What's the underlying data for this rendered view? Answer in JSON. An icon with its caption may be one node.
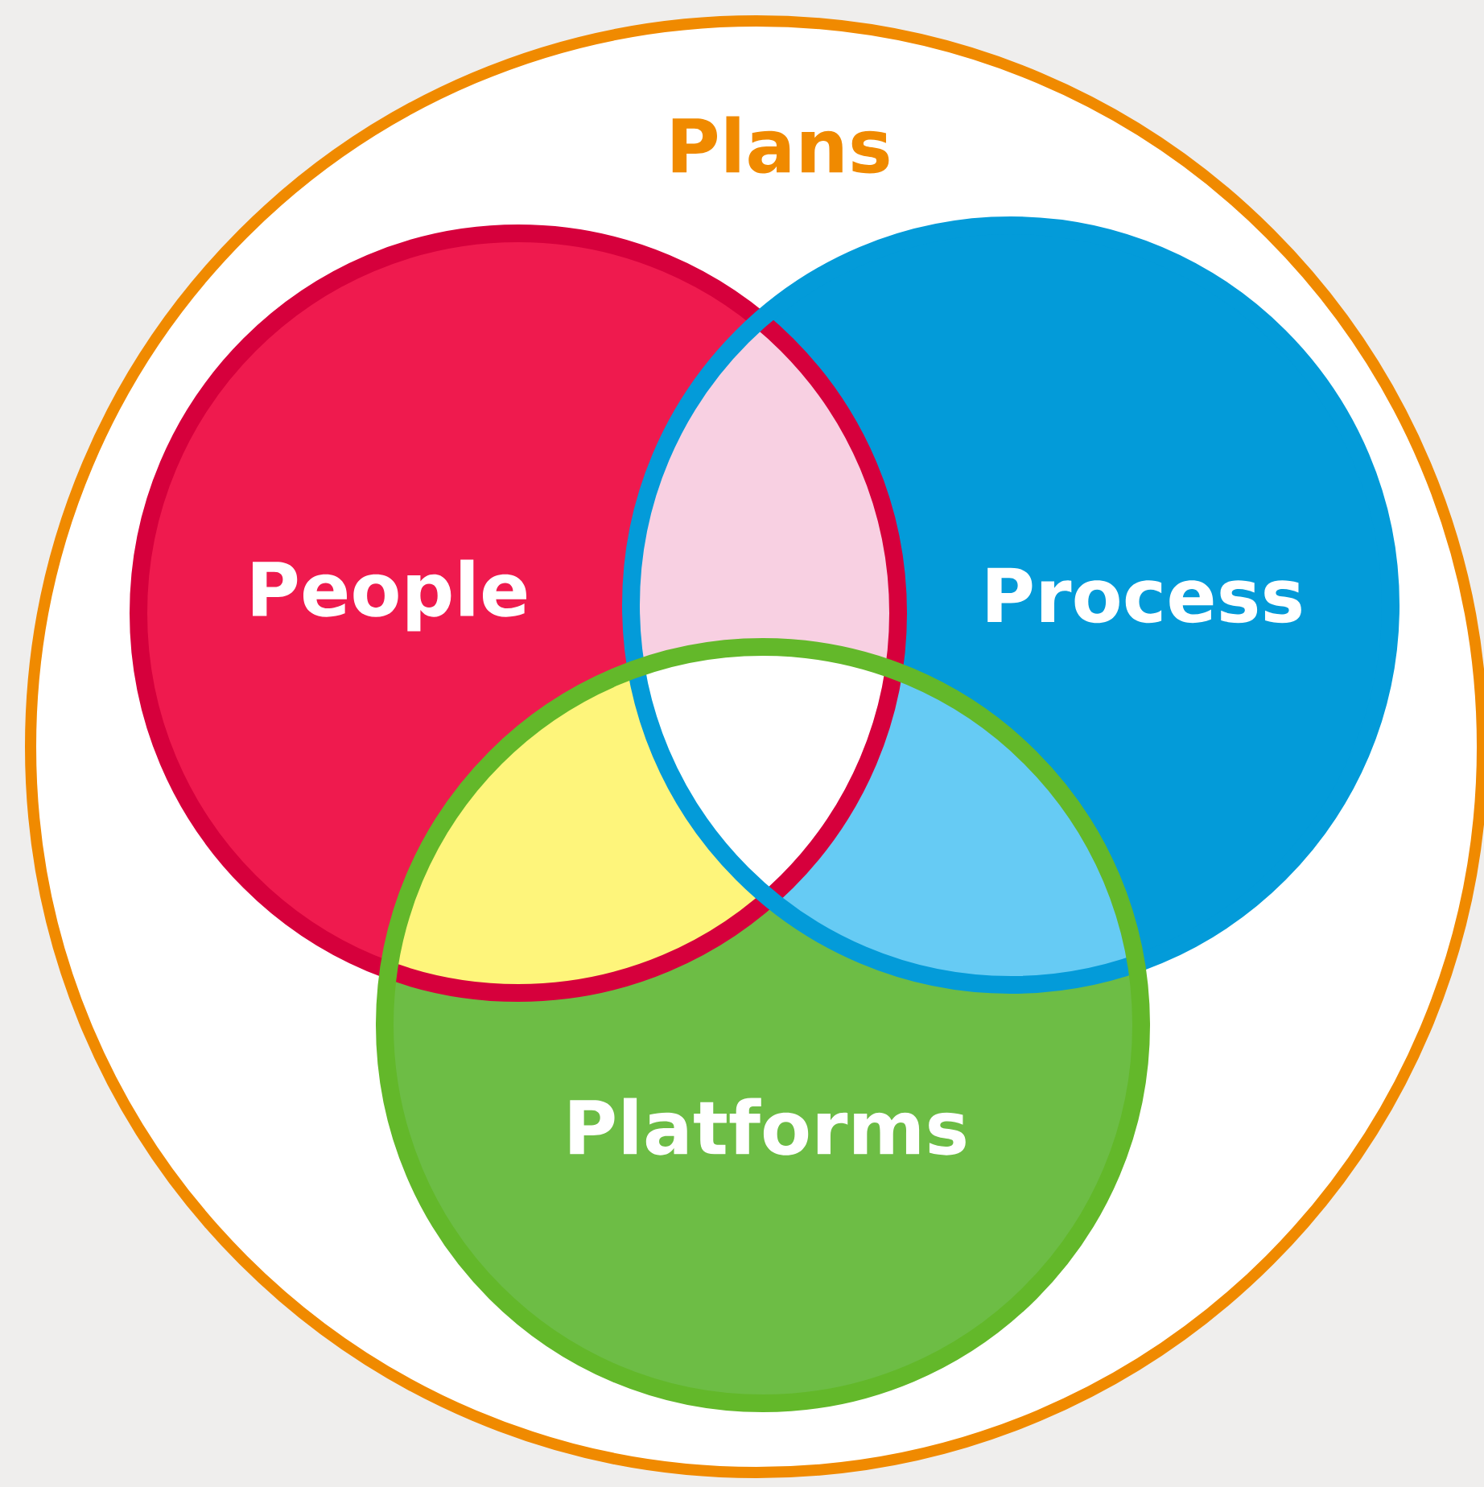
{
  "diagram": {
    "nodes": [
      {
        "text": [
          "Plans"
        ]
      },
      {
        "text": [
          "People"
        ],
        "in": 0
      },
      {
        "text": [
          "Process"
        ],
        "in": 0
      },
      {
        "text": [
          "Platforms"
        ],
        "in": 0
      }
    ]
  }
}
